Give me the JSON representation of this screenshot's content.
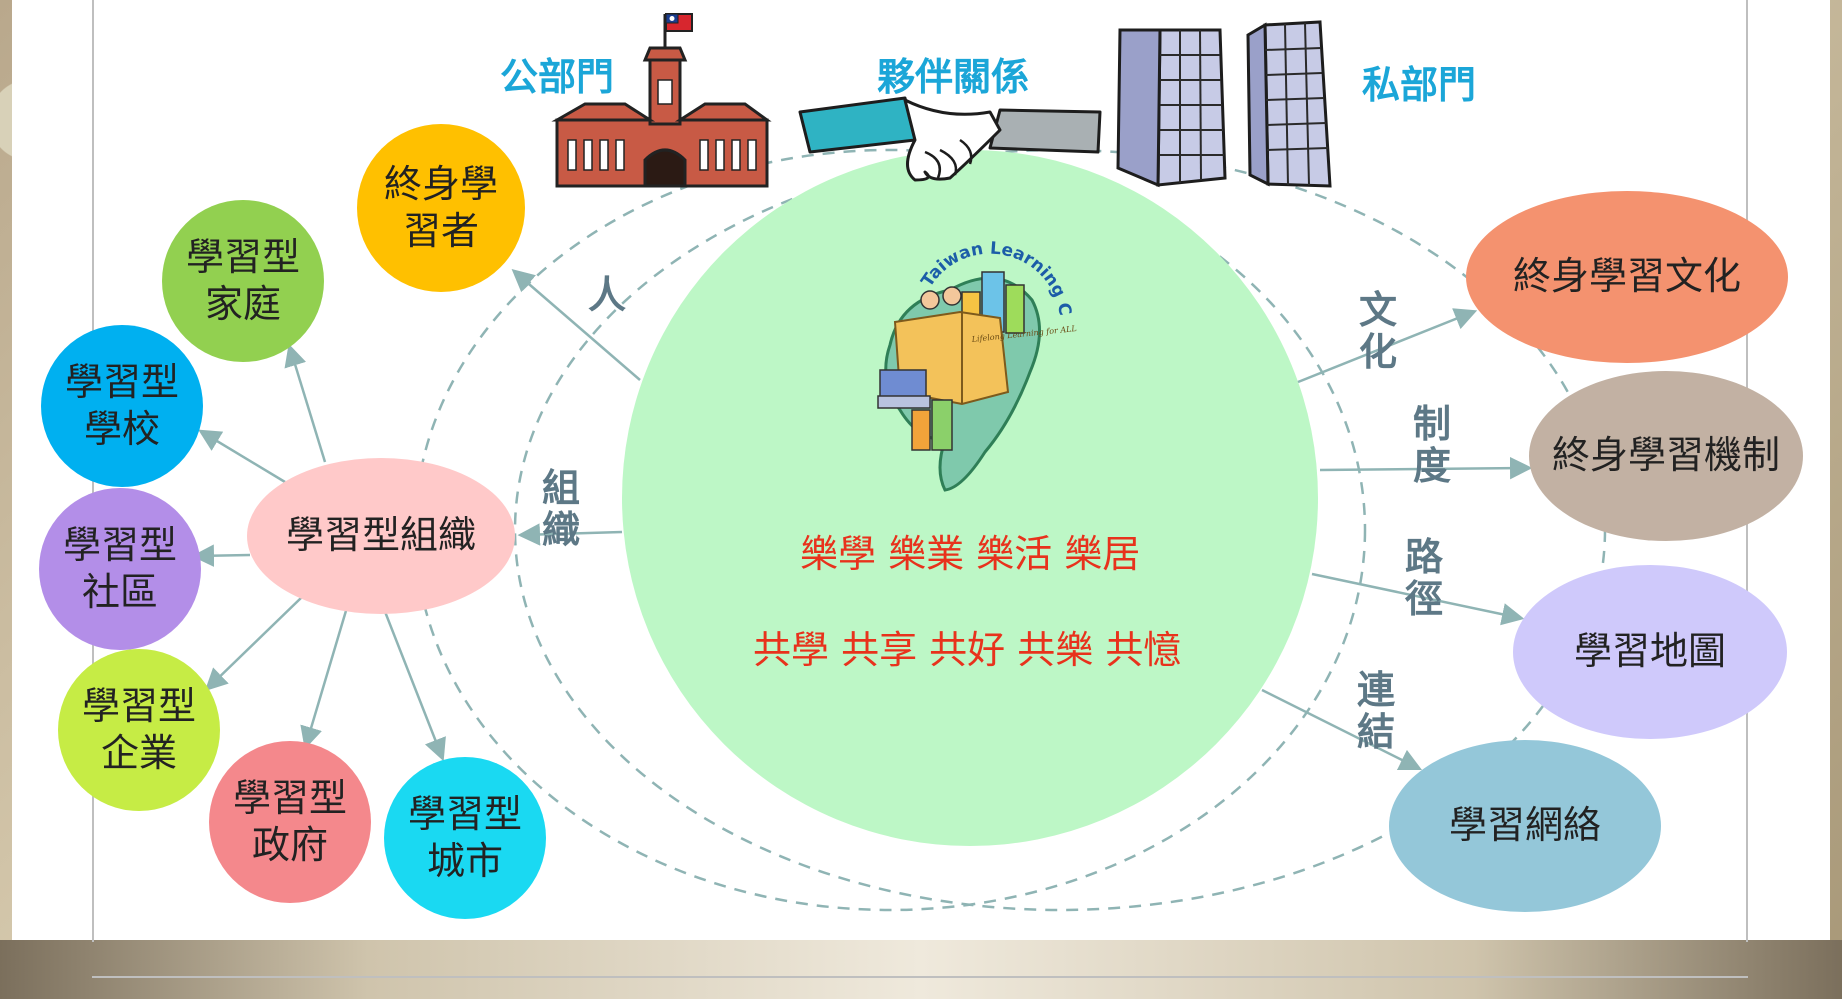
{
  "top": {
    "public_sector": "公部門",
    "partnership": "夥伴關係",
    "private_sector": "私部門"
  },
  "center": {
    "logo_text": "Taiwan Learning Cities",
    "book_text": "Lifelong Learning for ALL",
    "motto_line1": "樂學 樂業 樂活 樂居",
    "motto_line2": "共學 共享 共好 共樂 共憶"
  },
  "edge_labels": {
    "person": "人",
    "organization": "組織",
    "culture": "文化",
    "system": "制度",
    "pathway": "路徑",
    "connection": "連結"
  },
  "left_nodes": {
    "lifelong_learner": [
      "終身學",
      "習者"
    ],
    "learning_org": "學習型組織",
    "family": [
      "學習型",
      "家庭"
    ],
    "school": [
      "學習型",
      "學校"
    ],
    "community": [
      "學習型",
      "社區"
    ],
    "enterprise": [
      "學習型",
      "企業"
    ],
    "government": [
      "學習型",
      "政府"
    ],
    "city": [
      "學習型",
      "城市"
    ]
  },
  "right_nodes": {
    "culture": "終身學習文化",
    "mechanism": "終身學習機制",
    "map": "學習地圖",
    "network": "學習網絡"
  },
  "colors": {
    "center_circle": "#bdf7c6",
    "lifelong_learner": "#ffc000",
    "learning_org": "#ffc9c9",
    "family": "#92d050",
    "school": "#00b0f0",
    "community": "#b38ee8",
    "enterprise": "#c6ec45",
    "government": "#f4888c",
    "city": "#1ad9f2",
    "culture": "#f4926f",
    "mechanism": "#c2b1a3",
    "map": "#cfc9fb",
    "network": "#94c7d9",
    "label_blue": "#1ba6d8",
    "motto_red": "#e8321c",
    "edge_label": "#5d7886"
  }
}
